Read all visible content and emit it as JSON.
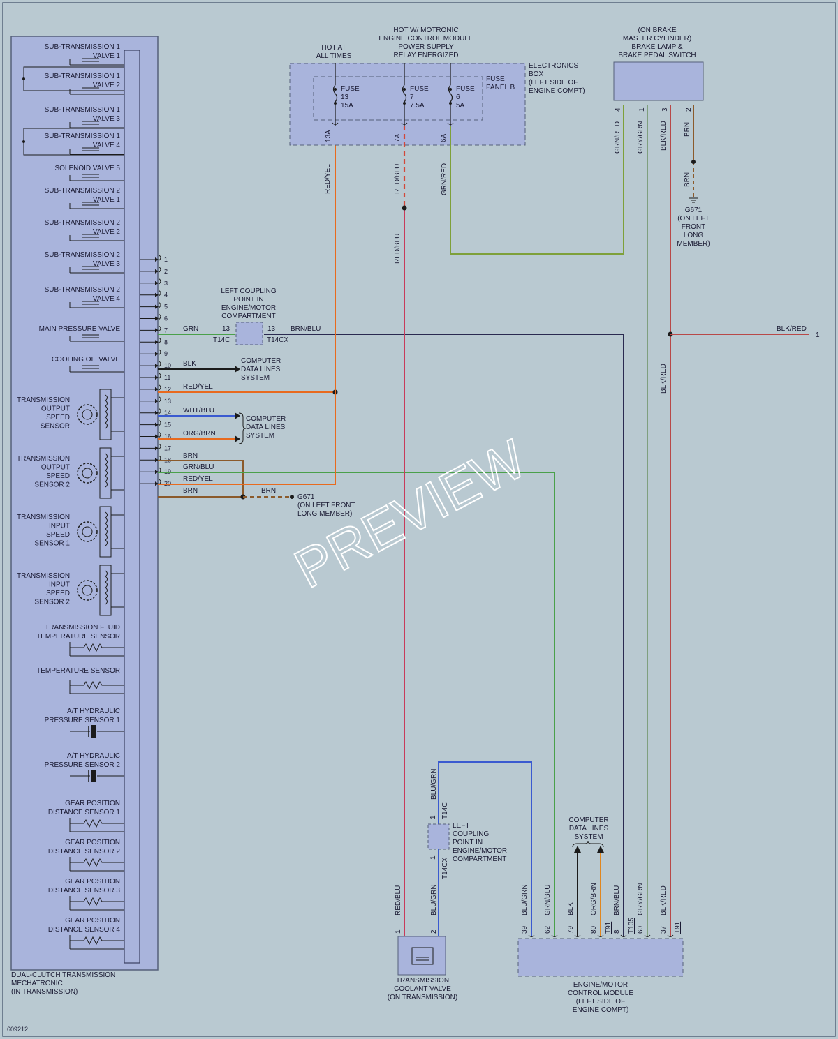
{
  "diagram_id": "609212",
  "watermark": "PREVIEW",
  "colors": {
    "background": "#b9c9d1",
    "component_fill": "#a9b4dc",
    "wire_red": "#d2483a",
    "wire_orange": "#e86a1e",
    "wire_green": "#4aa04a",
    "wire_brown": "#8b5a2b",
    "wire_blue": "#3a5ad0",
    "wire_dark": "#2a2a50",
    "wire_gray": "#7f8f7f",
    "wire_black": "#1b1b1b"
  },
  "mechatronic": {
    "title_lines": [
      "DUAL-CLUTCH TRANSMISSION",
      "MECHATRONIC",
      "(IN TRANSMISSION)"
    ],
    "valves": [
      {
        "l1": "SUB-TRANSMISSION 1",
        "l2": "VALVE 1"
      },
      {
        "l1": "SUB-TRANSMISSION 1",
        "l2": "VALVE 2"
      },
      {
        "l1": "SUB-TRANSMISSION 1",
        "l2": "VALVE 3"
      },
      {
        "l1": "SUB-TRANSMISSION 1",
        "l2": "VALVE 4"
      },
      {
        "l1": "SOLENOID VALVE 5",
        "l2": ""
      },
      {
        "l1": "SUB-TRANSMISSION 2",
        "l2": "VALVE 1"
      },
      {
        "l1": "SUB-TRANSMISSION 2",
        "l2": "VALVE 2"
      },
      {
        "l1": "SUB-TRANSMISSION 2",
        "l2": "VALVE 3"
      },
      {
        "l1": "SUB-TRANSMISSION 2",
        "l2": "VALVE 4"
      },
      {
        "l1": "MAIN PRESSURE VALVE",
        "l2": ""
      },
      {
        "l1": "COOLING OIL VALVE",
        "l2": ""
      }
    ],
    "speed_sensors": [
      [
        "TRANSMISSION",
        "OUTPUT",
        "SPEED",
        "SENSOR"
      ],
      [
        "TRANSMISSION",
        "OUTPUT",
        "SPEED",
        "SENSOR 2"
      ],
      [
        "TRANSMISSION",
        "INPUT",
        "SPEED",
        "SENSOR 1"
      ],
      [
        "TRANSMISSION",
        "INPUT",
        "SPEED",
        "SENSOR 2"
      ]
    ],
    "bottom_sensors": [
      {
        "l1": "TRANSMISSION FLUID",
        "l2": "TEMPERATURE SENSOR",
        "sym": "res"
      },
      {
        "l1": "TEMPERATURE SENSOR",
        "l2": "",
        "sym": "res"
      },
      {
        "l1": "A/T HYDRAULIC",
        "l2": "PRESSURE SENSOR 1",
        "sym": "cap"
      },
      {
        "l1": "A/T HYDRAULIC",
        "l2": "PRESSURE SENSOR 2",
        "sym": "cap"
      },
      {
        "l1": "GEAR POSITION",
        "l2": "DISTANCE SENSOR 1",
        "sym": "res"
      },
      {
        "l1": "GEAR POSITION",
        "l2": "DISTANCE SENSOR 2",
        "sym": "res"
      },
      {
        "l1": "GEAR POSITION",
        "l2": "DISTANCE SENSOR 3",
        "sym": "res"
      },
      {
        "l1": "GEAR POSITION",
        "l2": "DISTANCE SENSOR 4",
        "sym": "res"
      }
    ],
    "pins": [
      "1",
      "2",
      "3",
      "4",
      "5",
      "6",
      "7",
      "8",
      "9",
      "10",
      "11",
      "12",
      "13",
      "14",
      "15",
      "16",
      "17",
      "18",
      "19",
      "20"
    ]
  },
  "wires": {
    "pin7": "GRN",
    "pin10": "BLK",
    "pin11": "RED/YEL",
    "pin13": "WHT/BLU",
    "pin15": "ORG/BRN",
    "pin16": "BRN",
    "pin17": "GRN/BLU",
    "pin18": "RED/YEL",
    "pin19": "BRN",
    "brn_to_ground": "BRN",
    "coupling_out": "BRN/BLU",
    "fuse13_wire": "RED/YEL",
    "fuse7_wire_top": "RED/BLU",
    "fuse7_wire_mid": "RED/BLU",
    "fuse6_wire": "GRN/RED",
    "brake_pin4": "GRN/RED",
    "brake_pin1": "GRY/GRN",
    "brake_pin3": "BLK/RED",
    "brake_pin2": "BRN",
    "brake_brn_lower": "BRN",
    "blk_red_mid": "BLK/RED",
    "blk_red_branch": "BLK/RED",
    "branch_ref": "1"
  },
  "left_coupling": {
    "lines": [
      "LEFT COUPLING",
      "POINT IN",
      "ENGINE/MOTOR",
      "COMPARTMENT"
    ],
    "pin_left": "13",
    "pin_right": "13",
    "conn_left": "T14C",
    "conn_right": "T14CX"
  },
  "cdl_1": [
    "COMPUTER",
    "DATA LINES",
    "SYSTEM"
  ],
  "cdl_2": [
    "COMPUTER",
    "DATA LINES",
    "SYSTEM"
  ],
  "cdl_3": [
    "COMPUTER",
    "DATA LINES",
    "SYSTEM"
  ],
  "ground_1": {
    "name": "G671",
    "lines": [
      "(ON LEFT FRONT",
      "LONG MEMBER)"
    ]
  },
  "ground_2": {
    "name": "G671",
    "lines": [
      "(ON LEFT",
      "FRONT",
      "LONG",
      "MEMBER)"
    ]
  },
  "fuse_box": {
    "hot_at_all_times": [
      "HOT AT",
      "ALL TIMES"
    ],
    "hot_motronic": [
      "HOT W/ MOTRONIC",
      "ENGINE CONTROL MODULE",
      "POWER SUPPLY",
      "RELAY ENERGIZED"
    ],
    "box_label": [
      "ELECTRONICS",
      "BOX",
      "(LEFT SIDE OF",
      "ENGINE COMPT)"
    ],
    "panel_label": [
      "FUSE",
      "PANEL B"
    ],
    "fuses": [
      {
        "label": [
          "FUSE",
          "13",
          "15A"
        ],
        "pin": "13A"
      },
      {
        "label": [
          "FUSE",
          "7",
          "7.5A"
        ],
        "pin": "7A"
      },
      {
        "label": [
          "FUSE",
          "6",
          "5A"
        ],
        "pin": "6A"
      }
    ]
  },
  "brake_switch": {
    "label": [
      "(ON BRAKE",
      "MASTER CYLINDER)",
      "BRAKE LAMP &",
      "BRAKE PEDAL SWITCH"
    ],
    "pins": [
      "4",
      "1",
      "3",
      "2"
    ]
  },
  "coolant_valve": {
    "label": [
      "TRANSMISSION",
      "COOLANT VALVE",
      "(ON TRANSMISSION)"
    ],
    "pins": [
      "1",
      "2"
    ],
    "wire_left": "RED/BLU",
    "wire_right": "BLU/GRN",
    "upper_wire": "BLU/GRN"
  },
  "coupling_2": {
    "lines": [
      "LEFT",
      "COUPLING",
      "POINT IN",
      "ENGINE/MOTOR",
      "COMPARTMENT"
    ],
    "pin_top": "1",
    "pin_bottom": "1",
    "conn_top": "T14C",
    "conn_bottom": "T14CX"
  },
  "ecm": {
    "label": [
      "ENGINE/MOTOR",
      "CONTROL MODULE",
      "(LEFT SIDE OF",
      "ENGINE COMPT)"
    ],
    "pins": [
      {
        "wire": "BLU/GRN",
        "pin": "39"
      },
      {
        "wire": "GRN/BLU",
        "pin": "62"
      },
      {
        "wire": "BLK",
        "pin": "79"
      },
      {
        "wire": "ORG/BRN",
        "pin": "80"
      },
      {
        "wire": "BRN/BLU",
        "pin": "8"
      },
      {
        "wire": "GRY/GRN",
        "pin": "60"
      },
      {
        "wire": "BLK/RED",
        "pin": "37"
      }
    ],
    "conn_a": "T91",
    "conn_b": "T105",
    "conn_c": "T91"
  }
}
